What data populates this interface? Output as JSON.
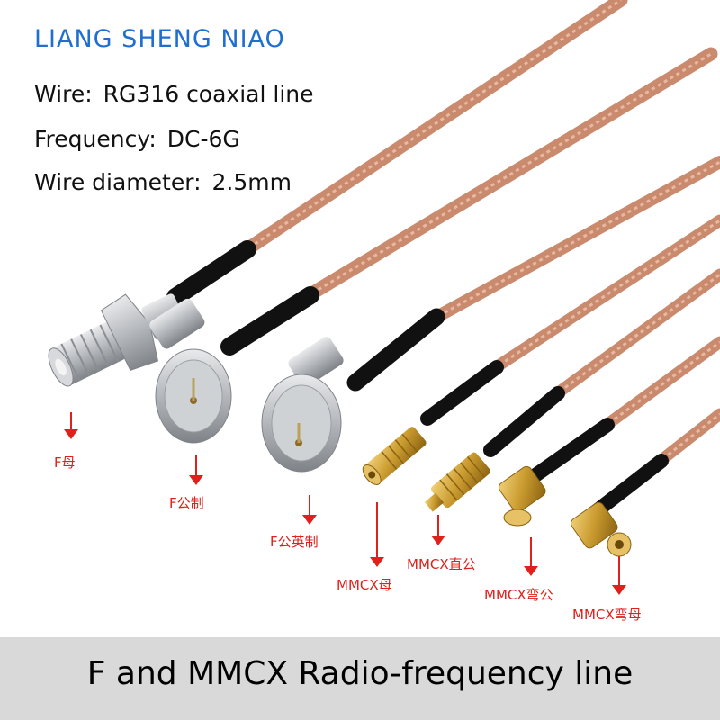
{
  "brand": {
    "name": "LIANG SHENG NIAO",
    "color": "#1f6fd0"
  },
  "specs": [
    {
      "label": "Wire:",
      "value": "RG316 coaxial line"
    },
    {
      "label": "Frequency:",
      "value": "DC-6G"
    },
    {
      "label": "Wire diameter:",
      "value": "2.5mm"
    }
  ],
  "connectors": [
    {
      "label": "F母"
    },
    {
      "label": "F公制"
    },
    {
      "label": "F公英制"
    },
    {
      "label": "MMCX母"
    },
    {
      "label": "MMCX直公"
    },
    {
      "label": "MMCX弯公"
    },
    {
      "label": "MMCX弯母"
    }
  ],
  "footer": {
    "title": "F and MMCX Radio-frequency line"
  },
  "colors": {
    "cable": "#c98a6e",
    "label": "#e0201a",
    "footer_bg": "#d9d9d9",
    "metal": "#b9bcc0",
    "gold": "#c99a2e"
  }
}
